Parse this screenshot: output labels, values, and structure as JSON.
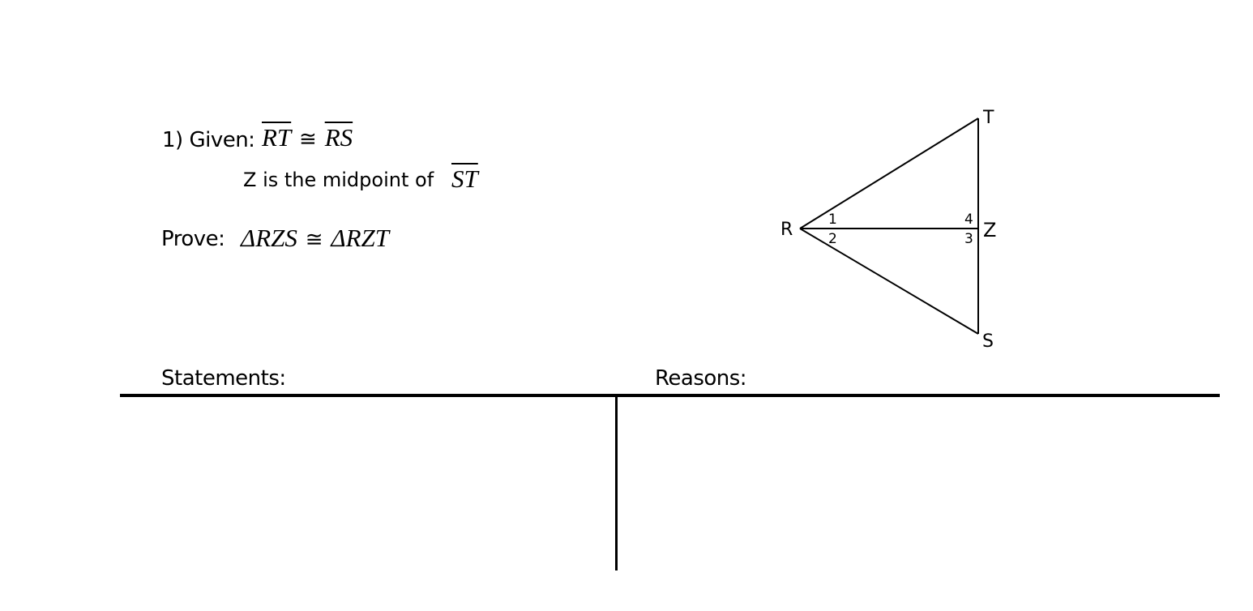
{
  "problem": {
    "number_label": "1) Given:",
    "given_1": {
      "seg_a": "RT",
      "relation": "≅",
      "seg_b": "RS"
    },
    "given_2": {
      "text": "Z is the midpoint of",
      "segment": "ST"
    },
    "prove": {
      "label": "Prove:",
      "tri_a": "ΔRZS",
      "relation": "≅",
      "tri_b": "ΔRZT"
    }
  },
  "figure": {
    "vertices": {
      "R": "R",
      "T": "T",
      "Z": "Z",
      "S": "S"
    },
    "angles": {
      "a1": "1",
      "a2": "2",
      "a3": "3",
      "a4": "4"
    }
  },
  "table": {
    "statements_header": "Statements:",
    "reasons_header": "Reasons:"
  }
}
